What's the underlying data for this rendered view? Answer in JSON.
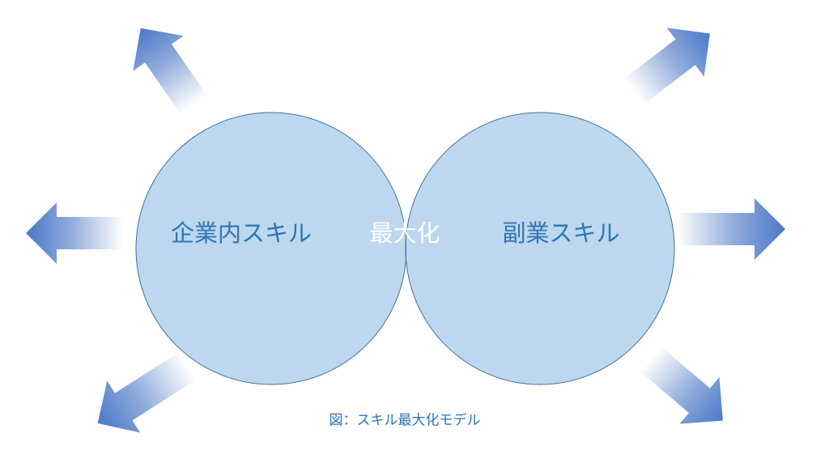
{
  "diagram": {
    "left_circle_label": "企業内スキル",
    "overlap_label": "最大化",
    "right_circle_label": "副業スキル",
    "caption": "図：スキル最大化モデル"
  },
  "colors": {
    "circle_fill": "#bdd7ee",
    "overlap_fill": "#2e75b6",
    "circle_text": "#2e75b6",
    "overlap_text": "#ffffff",
    "arrow": "#4a78c8"
  }
}
